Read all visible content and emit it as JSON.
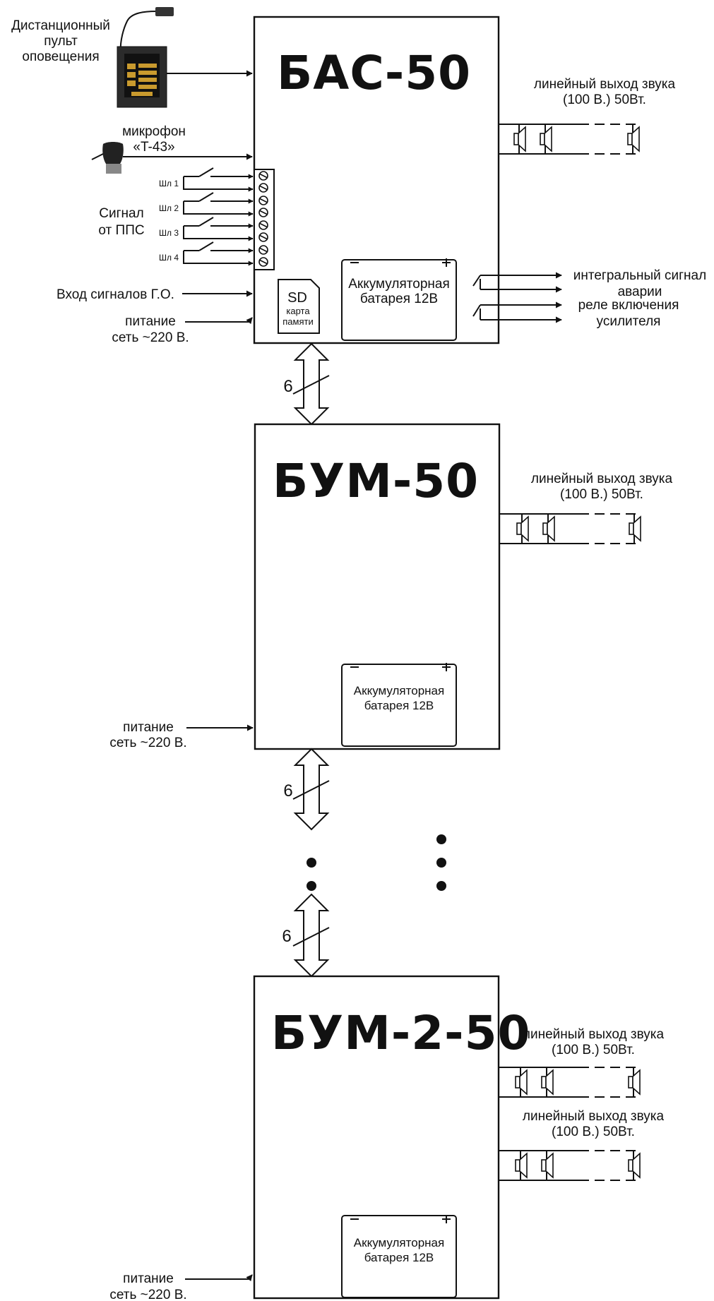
{
  "units": {
    "bas": {
      "title": "БАС-50",
      "battery": [
        "Аккумуляторная",
        "батарея 12В"
      ],
      "output": [
        "линейный выход звука",
        "(100 В.) 50Вт."
      ],
      "power": [
        "питание",
        "сеть ~220 В."
      ]
    },
    "bum": {
      "title": "БУМ-50",
      "battery": [
        "Аккумуляторная",
        "батарея 12В"
      ],
      "output": [
        "линейный выход звука",
        "(100 В.) 50Вт."
      ],
      "power": [
        "питание",
        "сеть ~220 В."
      ]
    },
    "bum2": {
      "title": "БУМ-2-50",
      "battery": [
        "Аккумуляторная",
        "батарея 12В"
      ],
      "output1": [
        "линейный выход звука",
        "(100 В.) 50Вт."
      ],
      "output2": [
        "линейный выход звука",
        "(100 В.) 50Вт."
      ],
      "power": [
        "питание",
        "сеть ~220 В."
      ]
    }
  },
  "inputs": {
    "remote_panel": [
      "Дистанционный",
      "пульт",
      "оповещения"
    ],
    "microphone": [
      "микрофон",
      "«T-43»"
    ],
    "loops": [
      "Шл 1",
      "Шл 2",
      "Шл 3",
      "Шл 4"
    ],
    "pps_signal": [
      "Сигнал",
      "от ППС"
    ],
    "go_signals": "Вход сигналов Г.О.",
    "sd_card": [
      "SD",
      "карта",
      "памяти"
    ]
  },
  "relays": {
    "alarm": [
      "интегральный сигнал",
      "аварии"
    ],
    "amp": [
      "реле включения",
      "усилителя"
    ]
  },
  "bus": {
    "width_label": "6"
  }
}
